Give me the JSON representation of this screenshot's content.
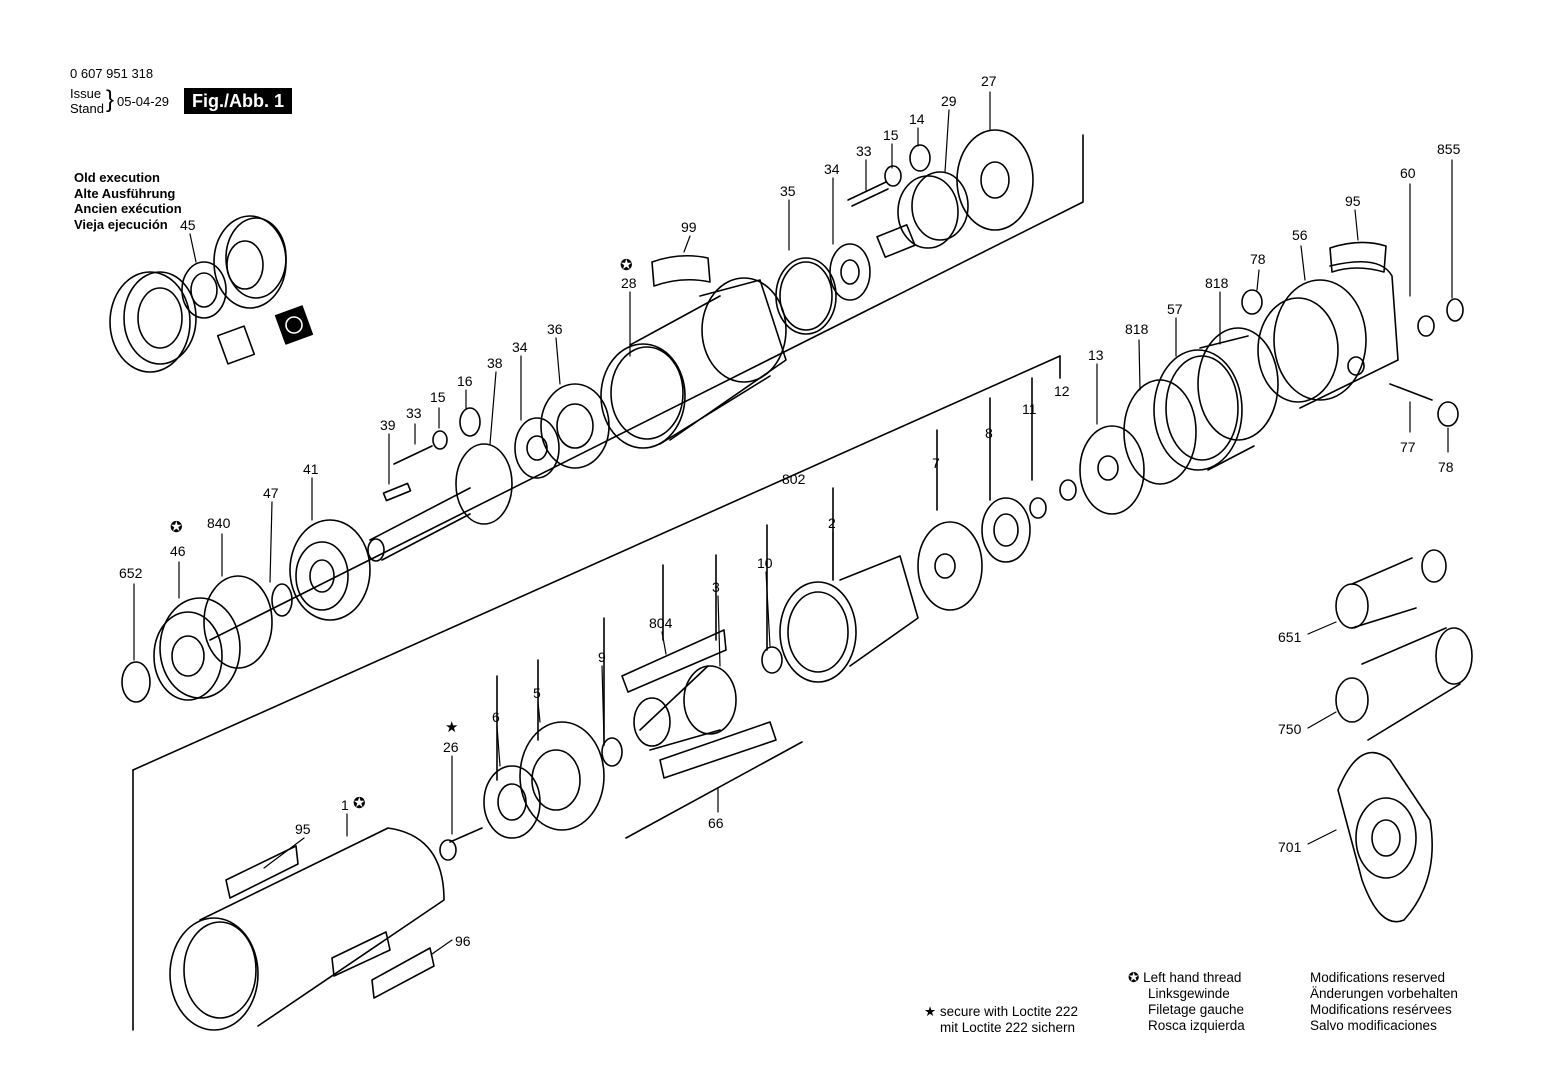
{
  "header": {
    "part_number": "0 607 951 318",
    "issue_label": "Issue",
    "stand_label": "Stand",
    "issue_date": "05-04-29",
    "figure_title": "Fig./Abb. 1"
  },
  "old_execution": {
    "lines": [
      "Old execution",
      "Alte Ausführung",
      "Ancien exécution",
      "Vieja ejecución"
    ]
  },
  "legend": {
    "loctite": {
      "symbol": "★",
      "lines": [
        "secure with Loctite 222",
        "mit Loctite 222 sichern"
      ]
    },
    "left_hand_thread": {
      "symbol": "✪",
      "lines": [
        "Left hand thread",
        "Linksgewinde",
        "Filetage gauche",
        "Rosca izquierda"
      ]
    },
    "modifications": {
      "lines": [
        "Modifications reserved",
        "Änderungen vorbehalten",
        "Modifications resérvees",
        "Salvo modificaciones"
      ]
    }
  },
  "part_labels": {
    "p27": "27",
    "p29": "29",
    "p14": "14",
    "p15a": "15",
    "p33a": "33",
    "p34a": "34",
    "p35": "35",
    "p99": "99",
    "p28": "28",
    "p45": "45",
    "p36": "36",
    "p34b": "34",
    "p38": "38",
    "p16": "16",
    "p15b": "15",
    "p33b": "33",
    "p39": "39",
    "p41": "41",
    "p47": "47",
    "p840": "840",
    "p46": "46",
    "p652": "652",
    "p855": "855",
    "p60": "60",
    "p95a": "95",
    "p56": "56",
    "p78a": "78",
    "p818a": "818",
    "p818b": "818",
    "p57": "57",
    "p13": "13",
    "p12": "12",
    "p11": "11",
    "p8": "8",
    "p7": "7",
    "p77": "77",
    "p78b": "78",
    "p802": "802",
    "p2": "2",
    "p10": "10",
    "p3": "3",
    "p804": "804",
    "p9": "9",
    "p5": "5",
    "p6": "6",
    "p26": "26",
    "p66": "66",
    "p1": "1",
    "p95b": "95",
    "p96": "96",
    "p651": "651",
    "p750": "750",
    "p701": "701"
  },
  "symbols": {
    "star": "★",
    "lh": "✪"
  }
}
